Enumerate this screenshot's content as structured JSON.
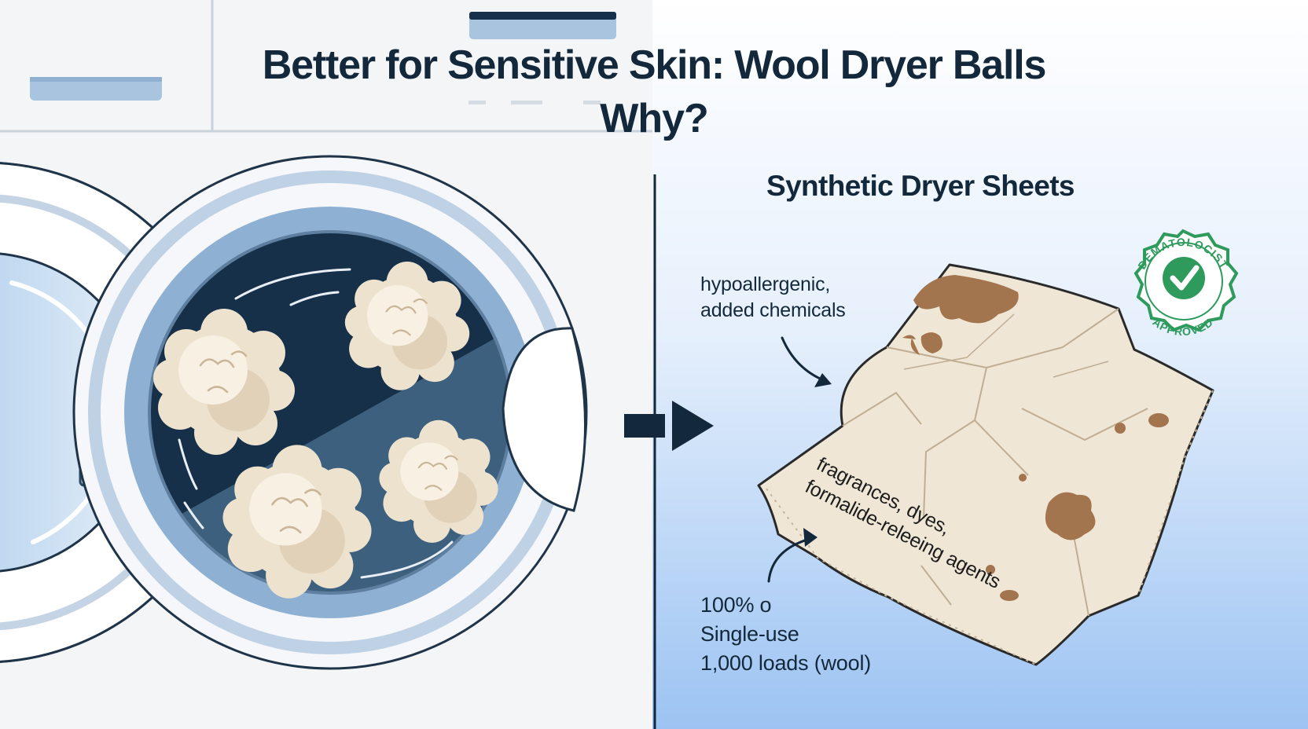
{
  "title": "Better for Sensitive Skin: Wool Dryer Balls",
  "subtitle": "Why?",
  "right_heading": "Synthetic Dryer Sheets",
  "callout_top": [
    "hypoallergenic,",
    "added chemicals"
  ],
  "sheet_label": [
    "fragrances, dyes,",
    "formalide-releeing agents"
  ],
  "callout_bottom": [
    "100% o",
    "Single-use",
    "1,000 loads (wool)"
  ],
  "badge": {
    "top_text": "DEMATOLOCIST",
    "bottom_text": "APPROVED"
  },
  "icons": {
    "drum": "washing-machine-drum-icon",
    "balls": "wool-dryer-ball-icon",
    "arrow": "right-arrow-icon",
    "sheet": "dryer-sheet-icon",
    "badge": "checkmark-seal-icon"
  },
  "colors": {
    "navy": "#13283a",
    "drum_dark": "#17304a",
    "drum_mid": "#3d607e",
    "wool": "#ede2ce",
    "badge_green": "#2e9a5c",
    "stain": "#a3754e",
    "sheet": "#efe6d6",
    "right_bg_bottom": "#9cc3f2"
  }
}
